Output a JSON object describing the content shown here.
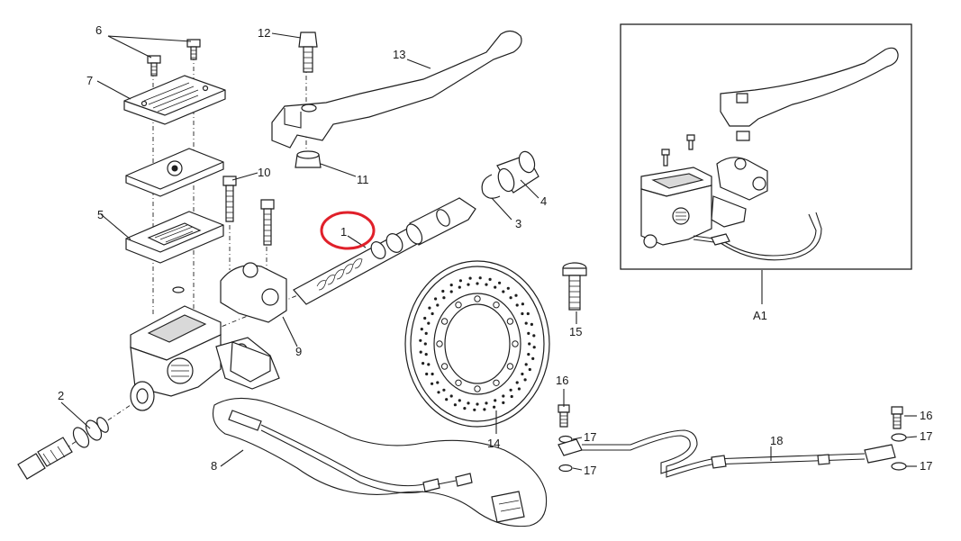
{
  "callouts": {
    "c1": "1",
    "c2": "2",
    "c3": "3",
    "c4": "4",
    "c5": "5",
    "c6": "6",
    "c7": "7",
    "c8": "8",
    "c9": "9",
    "c10": "10",
    "c11": "11",
    "c12": "12",
    "c13": "13",
    "c14": "14",
    "c15": "15",
    "c16a": "16",
    "c16b": "16",
    "c17a": "17",
    "c17b": "17",
    "c17c": "17",
    "c17d": "17",
    "c18": "18",
    "a1": "A1"
  },
  "highlight": {
    "color": "#e0202a",
    "target": "1"
  },
  "colors": {
    "ink": "#1f1f1f",
    "fill": "#ffffff",
    "shade": "#d9d9d9"
  }
}
